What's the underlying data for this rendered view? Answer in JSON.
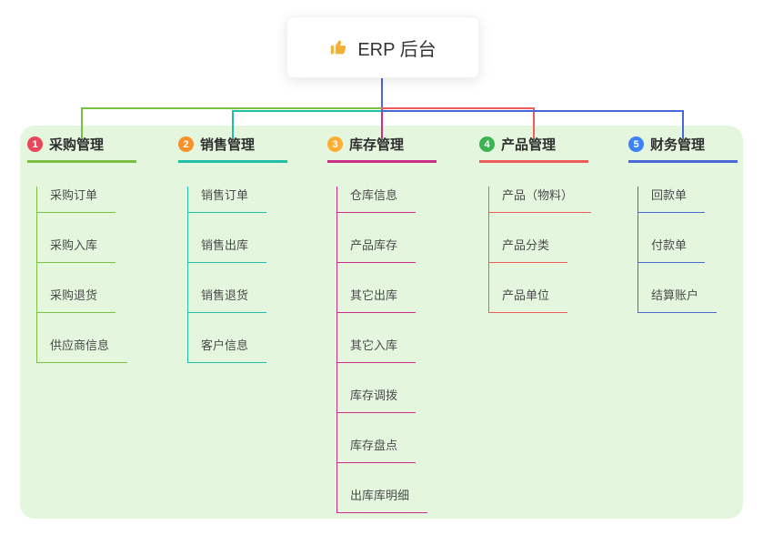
{
  "root": {
    "label": "ERP 后台",
    "icon": "thumbs-up"
  },
  "theme": {
    "background": "#ffffff",
    "panel": "#e4f7de",
    "stem_color": "#4a67d8"
  },
  "branches": [
    {
      "number": "1",
      "label": "采购管理",
      "badge_color": "#e8485c",
      "line_color": "#7bc043",
      "children": [
        "采购订单",
        "采购入库",
        "采购退货",
        "供应商信息"
      ]
    },
    {
      "number": "2",
      "label": "销售管理",
      "badge_color": "#f8912b",
      "line_color": "#21bfa6",
      "children": [
        "销售订单",
        "销售出库",
        "销售退货",
        "客户信息"
      ]
    },
    {
      "number": "3",
      "label": "库存管理",
      "badge_color": "#ffad33",
      "line_color": "#cb2d87",
      "children": [
        "仓库信息",
        "产品库存",
        "其它出库",
        "其它入库",
        "库存调拨",
        "库存盘点",
        "出库库明细"
      ]
    },
    {
      "number": "4",
      "label": "产品管理",
      "badge_color": "#3cb454",
      "line_color": "#ee5b5b",
      "children": [
        "产品（物料）",
        "产品分类",
        "产品单位"
      ]
    },
    {
      "number": "5",
      "label": "财务管理",
      "badge_color": "#3e82f7",
      "line_color": "#4a67d8",
      "children": [
        "回款单",
        "付款单",
        "结算账户"
      ]
    }
  ]
}
